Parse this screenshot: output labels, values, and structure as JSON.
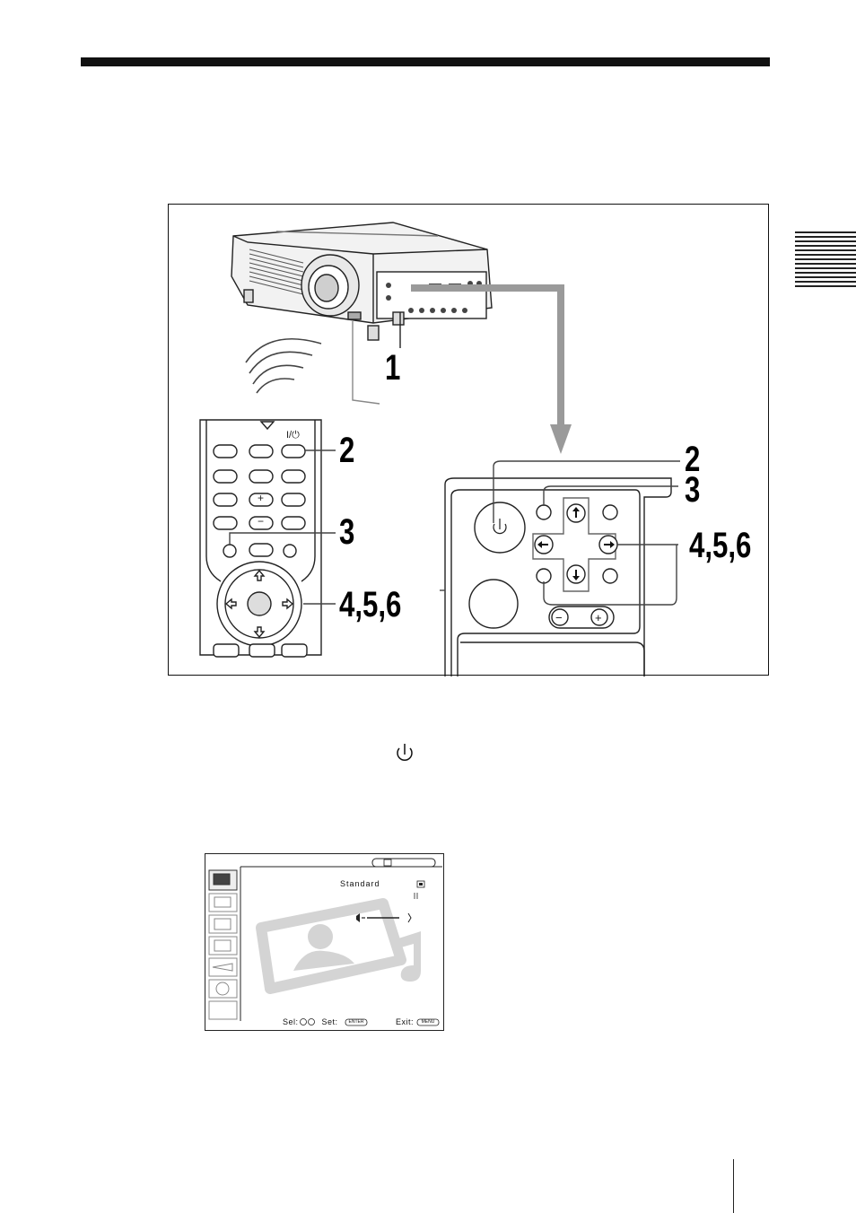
{
  "figure": {
    "callouts": {
      "projector_power": "1",
      "remote_power": "2",
      "remote_menu": "3",
      "remote_arrows": "4,5,6",
      "panel_power": "2",
      "panel_menu": "3",
      "panel_arrows": "4,5,6"
    },
    "remote": {
      "power_label": "I/⏻",
      "plus": "+",
      "minus": "−"
    },
    "panel": {
      "minus": "−",
      "plus": "+"
    }
  },
  "osd": {
    "mode_value": "Standard",
    "footer": {
      "sel_label": "Sel:",
      "set_label": "Set:",
      "set_key": "ENTER",
      "exit_label": "Exit:",
      "exit_key": "MENU"
    }
  },
  "icons": {
    "inline_power": "power-symbol-icon",
    "menu_tabs": [
      "picture-icon",
      "input-icon",
      "setting-icon",
      "installation-icon",
      "function-icon",
      "information-icon",
      "blank-tab"
    ]
  },
  "colors": {
    "rule": "#111111",
    "arrow_gray": "#9a9a9a",
    "watermark": "#d4d4d4"
  }
}
